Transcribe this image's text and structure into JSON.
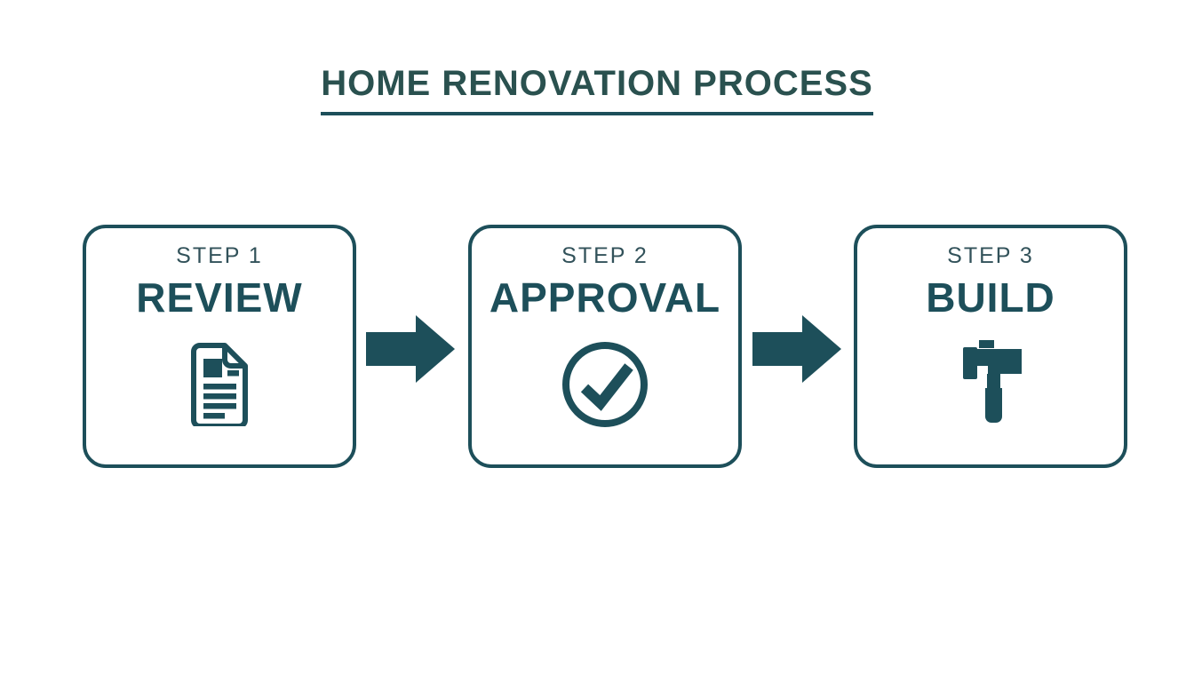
{
  "title": {
    "text": "HOME RENOVATION PROCESS"
  },
  "steps": [
    {
      "step_label": "STEP 1",
      "name": "REVIEW",
      "icon": "document-icon"
    },
    {
      "step_label": "STEP 2",
      "name": "APPROVAL",
      "icon": "check-circle-icon"
    },
    {
      "step_label": "STEP 3",
      "name": "BUILD",
      "icon": "hammer-icon"
    }
  ],
  "connectors": [
    {
      "icon": "arrow-right-icon"
    },
    {
      "icon": "arrow-right-icon"
    }
  ],
  "colors": {
    "background": "#ffffff",
    "accent": "#1d4f5a",
    "title_text": "#2a514f",
    "step_label_text": "#32525a"
  }
}
